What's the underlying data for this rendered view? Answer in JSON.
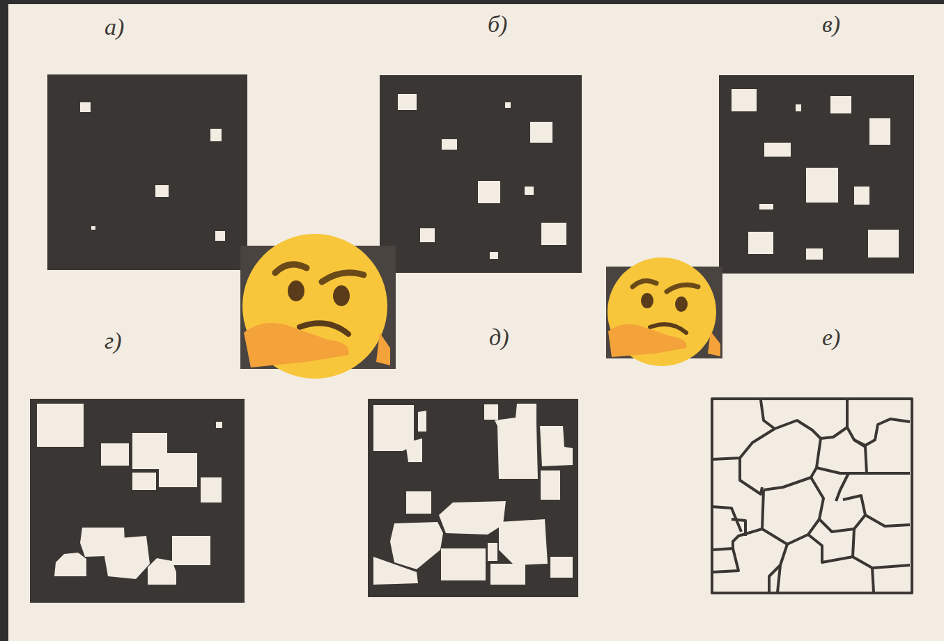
{
  "diagram": {
    "labels": [
      "а)",
      "б)",
      "в)",
      "г)",
      "д)",
      "е)"
    ]
  }
}
